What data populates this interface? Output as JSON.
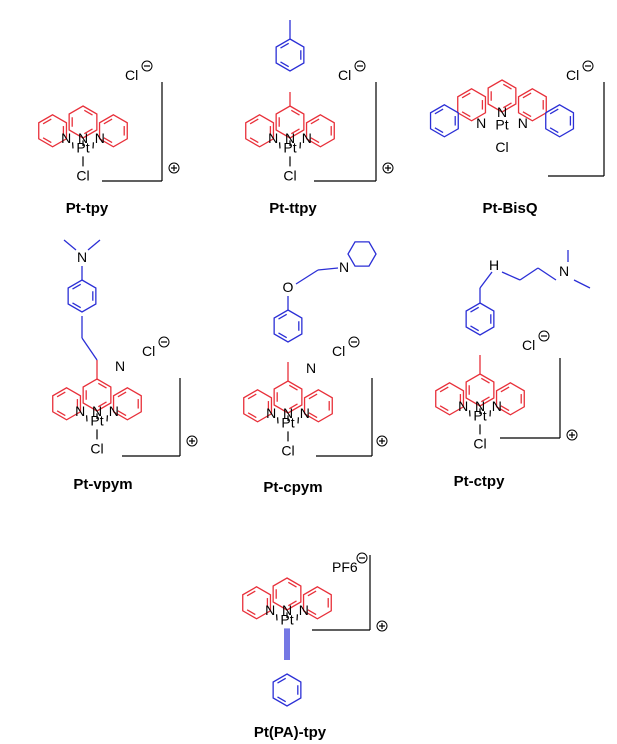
{
  "compounds": [
    {
      "name": "Pt-tpy",
      "counterion": "Cl",
      "metal": "Pt",
      "ligand_atom": "Cl",
      "n": "N"
    },
    {
      "name": "Pt-ttpy",
      "counterion": "Cl",
      "metal": "Pt",
      "ligand_atom": "Cl",
      "n": "N"
    },
    {
      "name": "Pt-BisQ",
      "counterion": "Cl",
      "metal": "Pt",
      "ligand_atom": "Cl",
      "n": "N"
    },
    {
      "name": "Pt-vpym",
      "counterion": "Cl",
      "metal": "Pt",
      "ligand_atom": "Cl",
      "n": "N",
      "amine": "N"
    },
    {
      "name": "Pt-cpym",
      "counterion": "Cl",
      "metal": "Pt",
      "ligand_atom": "Cl",
      "n": "N",
      "oxy": "O",
      "amine": "N"
    },
    {
      "name": "Pt-ctpy",
      "counterion": "Cl",
      "metal": "Pt",
      "ligand_atom": "Cl",
      "n": "N",
      "nh": "H",
      "amine": "N"
    },
    {
      "name": "Pt(PA)-tpy",
      "counterion": "PF6",
      "metal": "Pt",
      "n": "N"
    }
  ],
  "charges": {
    "minus": "−",
    "plus": "+"
  },
  "colors": {
    "ligand": "#e8303a",
    "substituent": "#2b2fd6",
    "text": "#000000"
  }
}
